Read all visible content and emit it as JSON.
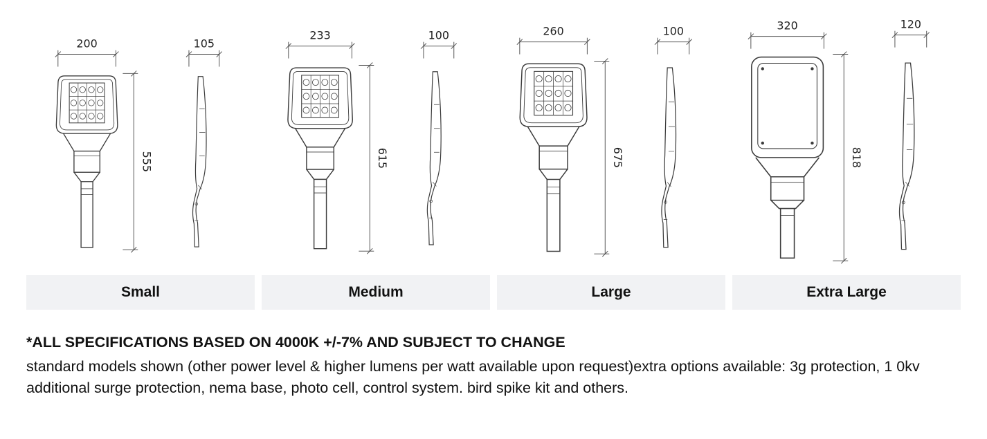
{
  "products": [
    {
      "label": "Small",
      "front_width": "200",
      "height": "555",
      "side_width": "105"
    },
    {
      "label": "Medium",
      "front_width": "233",
      "height": "615",
      "side_width": "100"
    },
    {
      "label": "Large",
      "front_width": "260",
      "height": "675",
      "side_width": "100"
    },
    {
      "label": "Extra Large",
      "front_width": "320",
      "height": "818",
      "side_width": "120"
    }
  ],
  "footer": {
    "line1": "*ALL SPECIFICATIONS BASED ON 4000K +/-7% AND SUBJECT TO CHANGE",
    "line2": "standard models shown (other power level & higher lumens per watt available upon request)extra options available: 3g protection, 1 0kv additional surge protection, nema base, photo cell, control system. bird spike kit and others."
  }
}
